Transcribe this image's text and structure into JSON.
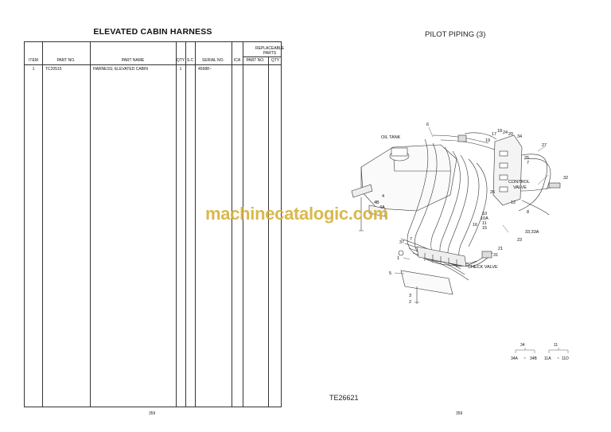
{
  "left_page": {
    "title": "ELEVATED CABIN HARNESS",
    "page_number": "359",
    "table": {
      "headers": {
        "item": "ITEM",
        "part_no": "PART NO.",
        "part_name": "PART NAME",
        "qty": "QTY",
        "sc": "S.C",
        "serial_no": "SERIAL NO.",
        "ica": "ICA",
        "replaceable_parts": "REPLACEABLE PARTS",
        "rp_part_no": "PART NO.",
        "rp_qty": "QTY"
      },
      "rows": [
        {
          "item": "1",
          "part_no": "TC20515",
          "part_name": "HARNESS; ELEVATED CABIN",
          "qty": "1",
          "sc": "",
          "serial_no": "45988~",
          "ica": "",
          "rp_part_no": "",
          "rp_qty": ""
        }
      ]
    }
  },
  "right_page": {
    "title": "PILOT PIPING (3)",
    "page_number": "359",
    "figure_code": "TE26621",
    "labels": {
      "oil_tank": "OIL TANK",
      "control_valve_1": "CONTROL",
      "control_valve_2": "VALVE",
      "check_valve": "CHECK VALVE"
    },
    "callouts": [
      "6",
      "17",
      "18",
      "24",
      "20",
      "34",
      "19",
      "27",
      "25",
      "7",
      "32",
      "26",
      "4",
      "4B",
      "4A",
      "10",
      "10A",
      "11",
      "8",
      "12",
      "16",
      "15",
      "21",
      "31",
      "23",
      "33,33A",
      "37",
      "7",
      "1",
      "5",
      "3",
      "2"
    ],
    "variant_notes": {
      "item34": {
        "parent": "34",
        "from": "34A",
        "to": "34B"
      },
      "item11": {
        "parent": "11",
        "from": "11A",
        "to": "11D"
      }
    }
  },
  "watermark": "machinecatalogic.com"
}
